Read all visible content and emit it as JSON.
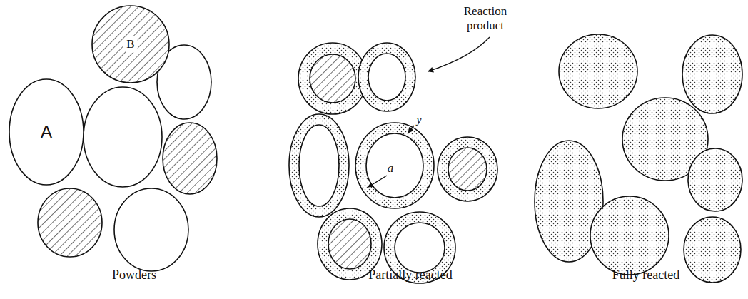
{
  "diagram": {
    "nodes": [
      {
        "text": [
          "B"
        ]
      },
      {
        "text": [
          "A"
        ]
      }
    ],
    "labels": [
      "Reaction product",
      "y",
      "a",
      "Powders",
      "Partially reacted",
      "Fully reacted"
    ]
  }
}
